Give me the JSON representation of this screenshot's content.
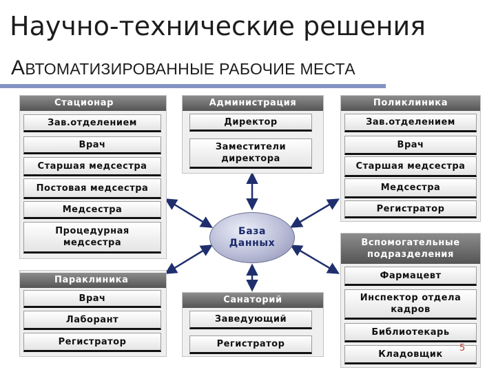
{
  "title": "Научно-технические решения",
  "subtitle": "Автоматизированные рабочие места",
  "page_number": "5",
  "colors": {
    "accent_rule": "#8394c2",
    "header_dark": "#555555",
    "db_text": "#1a2a6a",
    "page_number": "#c0392b"
  },
  "center": {
    "label": "База\nДанных"
  },
  "panels": {
    "stacionar": {
      "title": "Стационар",
      "roles": [
        "Зав.отделением",
        "Врач",
        "Старшая медсестра",
        "Постовая медсестра",
        "Медсестра",
        "Процедурная\nмедсестра"
      ]
    },
    "administraciya": {
      "title": "Администрация",
      "roles": [
        "Директор",
        "Заместители\nдиректора"
      ]
    },
    "poliklinika": {
      "title": "Поликлиника",
      "roles": [
        "Зав.отделением",
        "Врач",
        "Старшая медсестра",
        "Медсестра",
        "Регистратор"
      ]
    },
    "paraklinika": {
      "title": "Параклиника",
      "roles": [
        "Врач",
        "Лаборант",
        "Регистратор"
      ]
    },
    "sanatoriy": {
      "title": "Санаторий",
      "roles": [
        "Заведующий",
        "Регистратор"
      ]
    },
    "vspomogatelnye": {
      "title": "Вспомогательные\nподразделения",
      "roles": [
        "Фармацевт",
        "Инспектор отдела\nкадров",
        "Библиотекарь",
        "Кладовщик"
      ]
    }
  }
}
